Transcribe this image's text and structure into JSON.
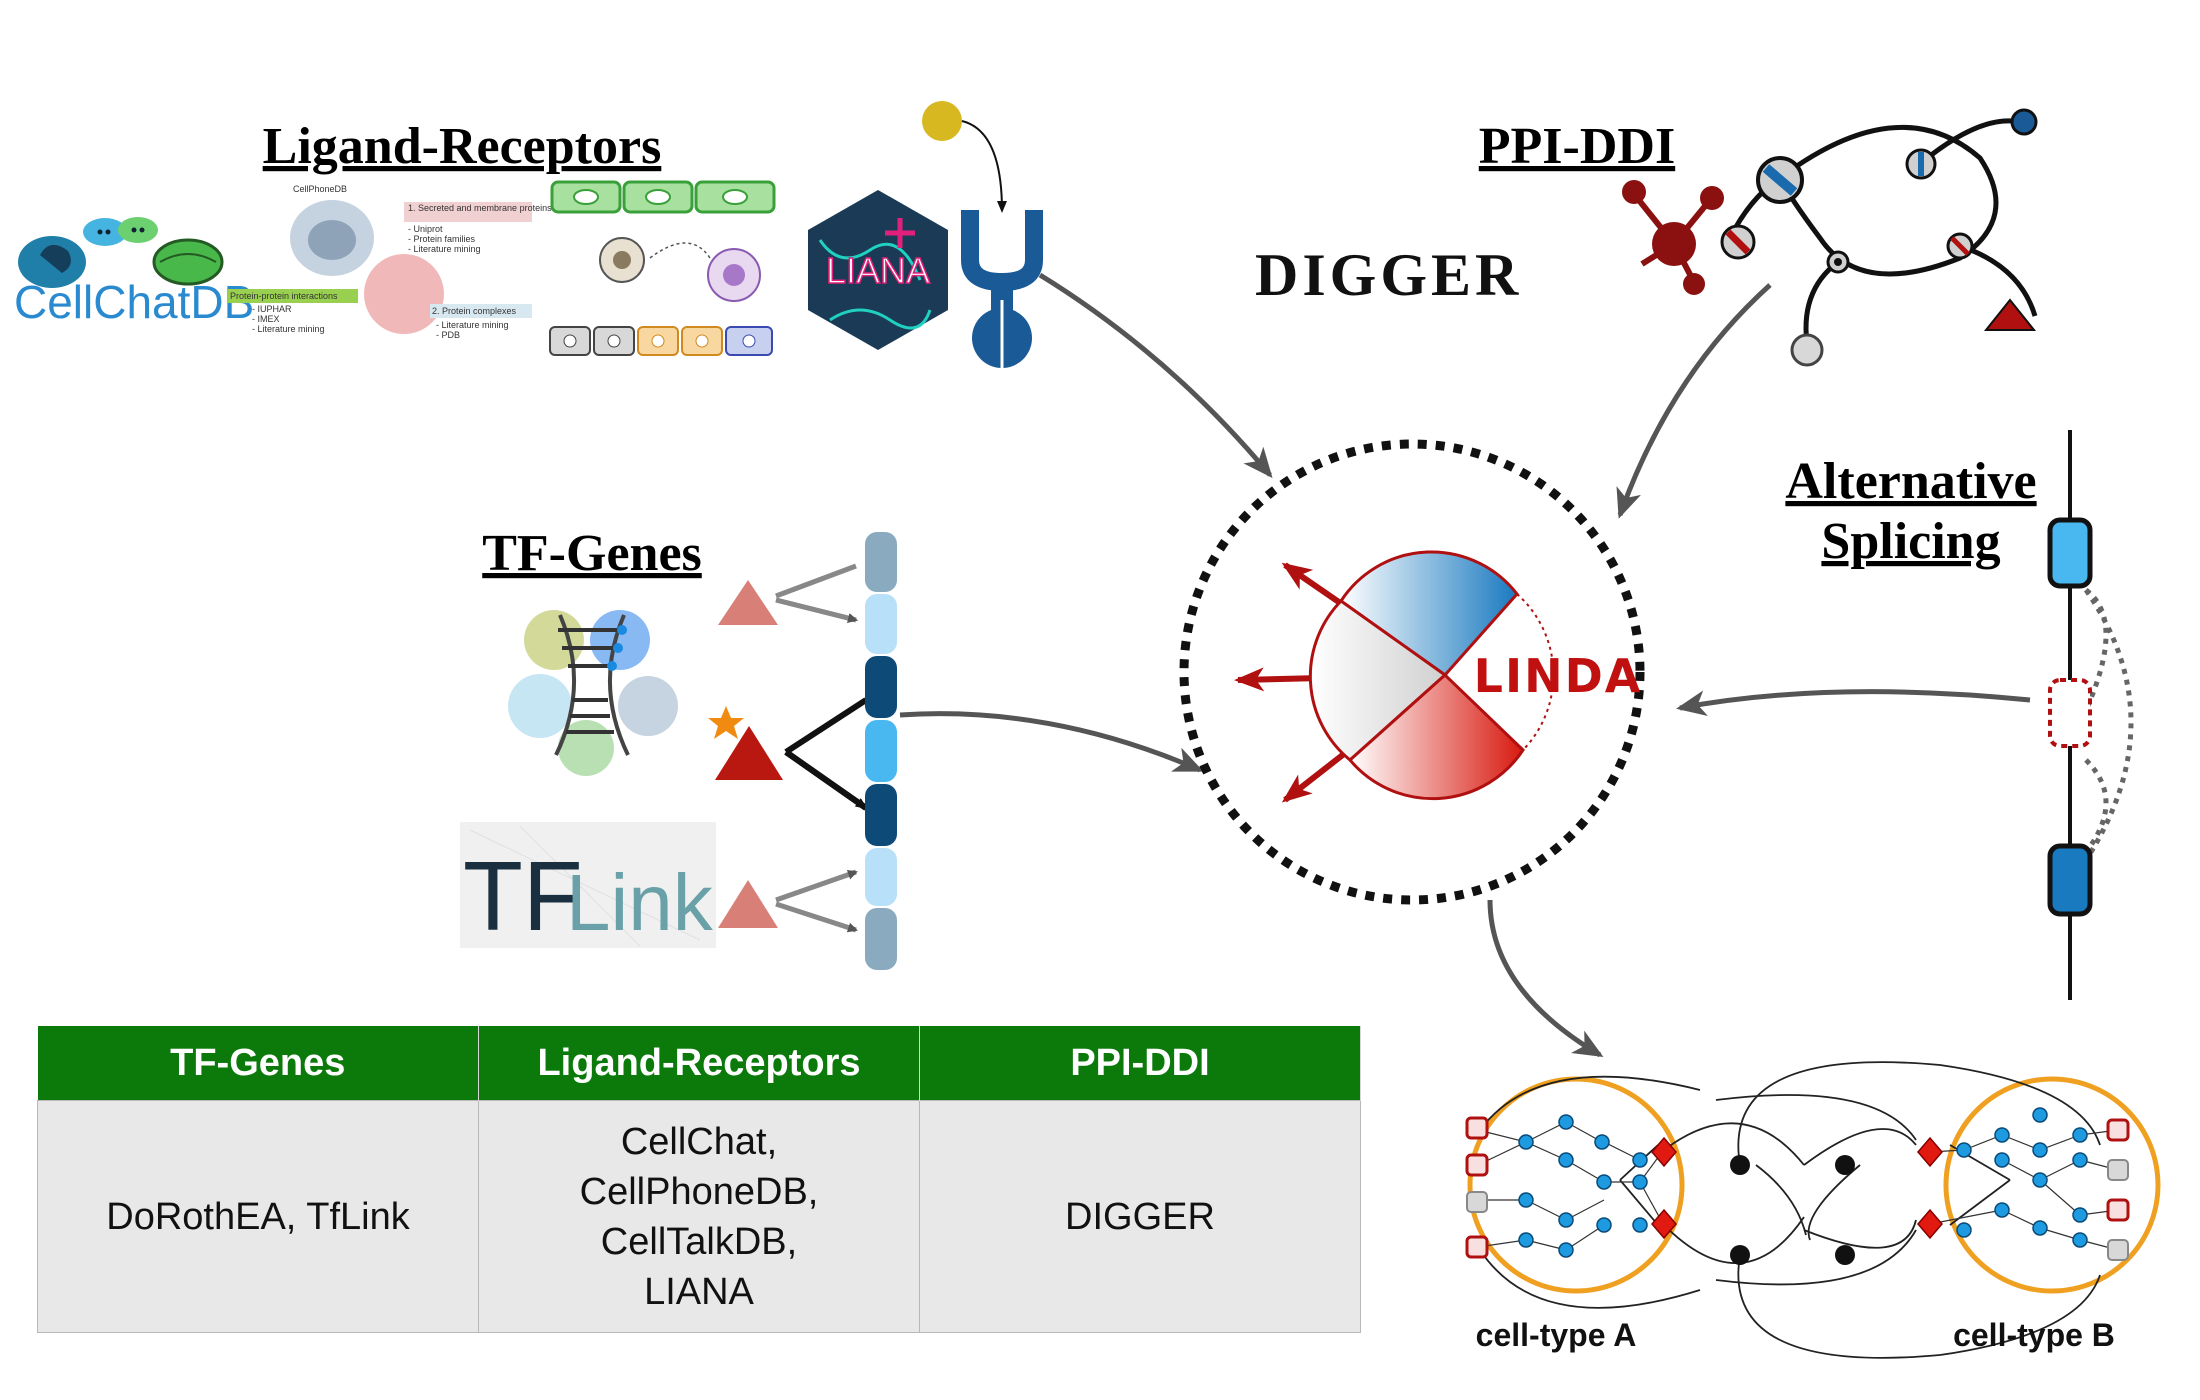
{
  "headings": {
    "ligand_receptors": "Ligand-Receptors",
    "ppi_ddi": "PPI-DDI",
    "tf_genes": "TF-Genes",
    "alt_splicing_line1": "Alternative",
    "alt_splicing_line2": "Splicing"
  },
  "logos": {
    "cellchatdb": "CellChatDB",
    "cellphonedb": "CellPhoneDB",
    "cellphonedb_notes": {
      "secreted": "1. Secreted and membrane proteins",
      "secreted_items": [
        "- Uniprot",
        "- Protein families",
        "- Literature mining"
      ],
      "ppi": "Protein-protein interactions",
      "ppi_items": [
        "- IUPHAR",
        "- IMEX",
        "- Literature mining"
      ],
      "complexes": "2. Protein complexes",
      "complexes_items": [
        "- Literature mining",
        "- PDB"
      ]
    },
    "liana": "LIANA",
    "digger": "DIGGER",
    "tflink_tf": "TF",
    "tflink_link": "Link",
    "linda": "LINDA"
  },
  "network": {
    "cell_type_a": "cell-type A",
    "cell_type_b": "cell-type B"
  },
  "table": {
    "headers": [
      "TF-Genes",
      "Ligand-Receptors",
      "PPI-DDI"
    ],
    "row": [
      [
        "DoRothEA, TfLink"
      ],
      [
        "CellChat,",
        "CellPhoneDB,",
        "CellTalkDB,",
        "LIANA"
      ],
      [
        "DIGGER"
      ]
    ]
  },
  "colors": {
    "table_header": "#0b7a0b",
    "linda_red": "#b01010",
    "blue_dark": "#1a5a96",
    "node_blue": "#1e9be0",
    "orange_circle": "#f0a020"
  }
}
